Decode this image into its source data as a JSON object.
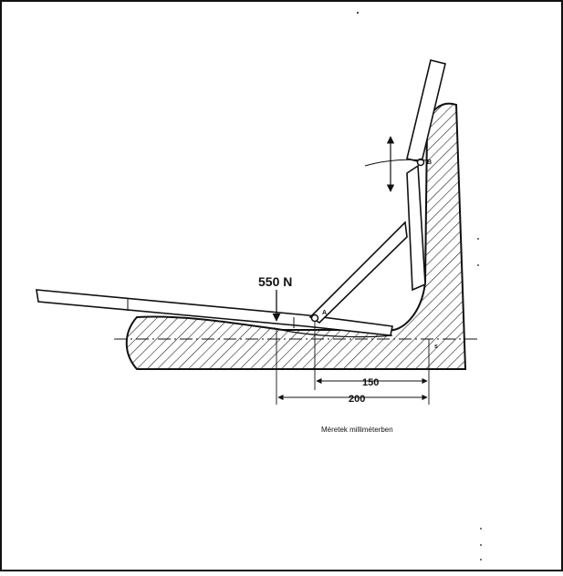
{
  "diagram": {
    "force_label": "550 N",
    "dim_150": "150",
    "dim_200": "200",
    "point_a": "A",
    "point_b": "B",
    "point_s": "s",
    "caption": "Méretek milliméterben"
  },
  "colors": {
    "ink": "#111111",
    "background": "#ffffff"
  }
}
